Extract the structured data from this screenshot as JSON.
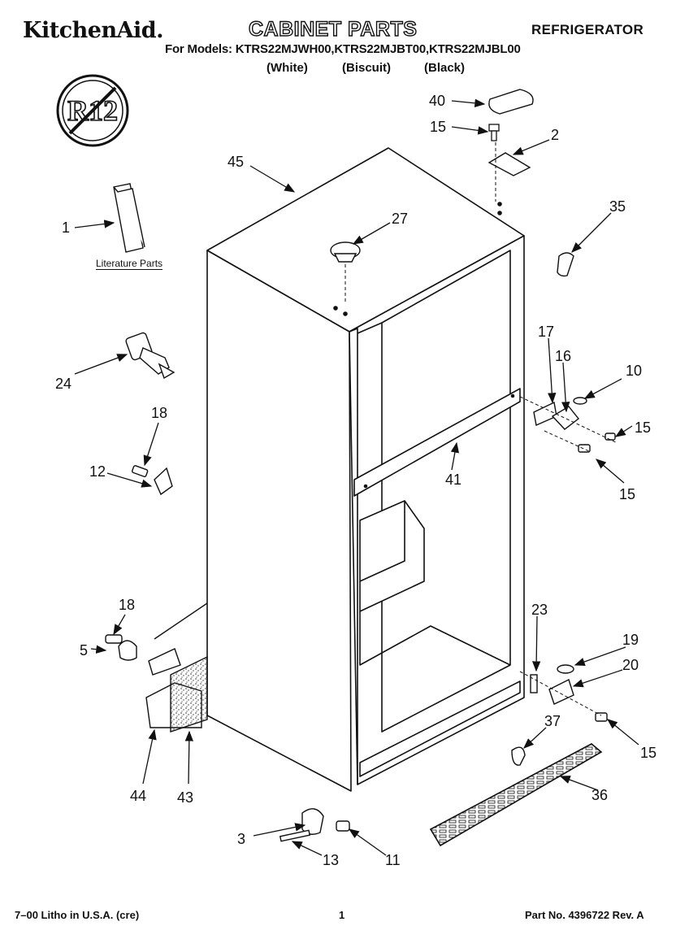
{
  "header": {
    "brand": "KitchenAid.",
    "title": "CABINET PARTS",
    "category": "REFRIGERATOR",
    "models": "For Models: KTRS22MJWH00,KTRS22MJBT00,KTRS22MJBL00",
    "finishes": [
      "(White)",
      "(Biscuit)",
      "(Black)"
    ]
  },
  "logo": {
    "text": "R12",
    "icon": "no-r12-prohibition-icon"
  },
  "literature_label": "Literature Parts",
  "callouts": [
    "40",
    "15",
    "2",
    "45",
    "35",
    "1",
    "27",
    "17",
    "16",
    "10",
    "24",
    "15",
    "18",
    "12",
    "41",
    "15",
    "23",
    "18",
    "19",
    "5",
    "20",
    "37",
    "15",
    "36",
    "44",
    "43",
    "3",
    "13",
    "11"
  ],
  "footer": {
    "litho": "7–00 Litho in U.S.A. (cre)",
    "page": "1",
    "part_no": "Part No. 4396722 Rev. A"
  }
}
